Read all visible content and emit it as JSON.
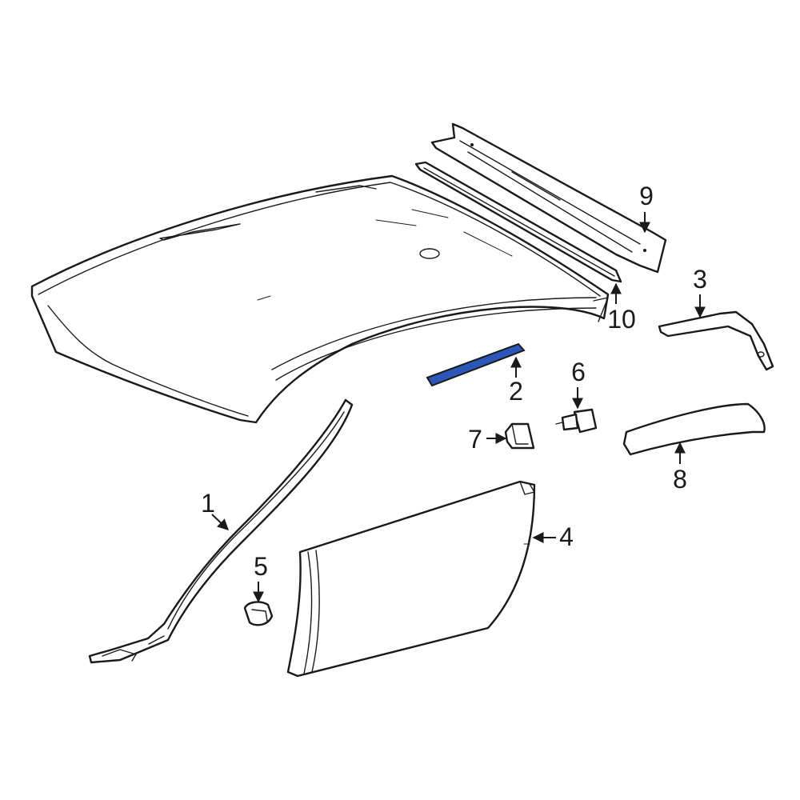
{
  "diagram": {
    "highlight_color": "#2c56b8",
    "line_color": "#1a1a1a",
    "callouts": [
      {
        "id": "1",
        "label": "1"
      },
      {
        "id": "2",
        "label": "2",
        "highlighted": true
      },
      {
        "id": "3",
        "label": "3"
      },
      {
        "id": "4",
        "label": "4"
      },
      {
        "id": "5",
        "label": "5"
      },
      {
        "id": "6",
        "label": "6"
      },
      {
        "id": "7",
        "label": "7"
      },
      {
        "id": "8",
        "label": "8"
      },
      {
        "id": "9",
        "label": "9"
      },
      {
        "id": "10",
        "label": "10"
      }
    ]
  }
}
